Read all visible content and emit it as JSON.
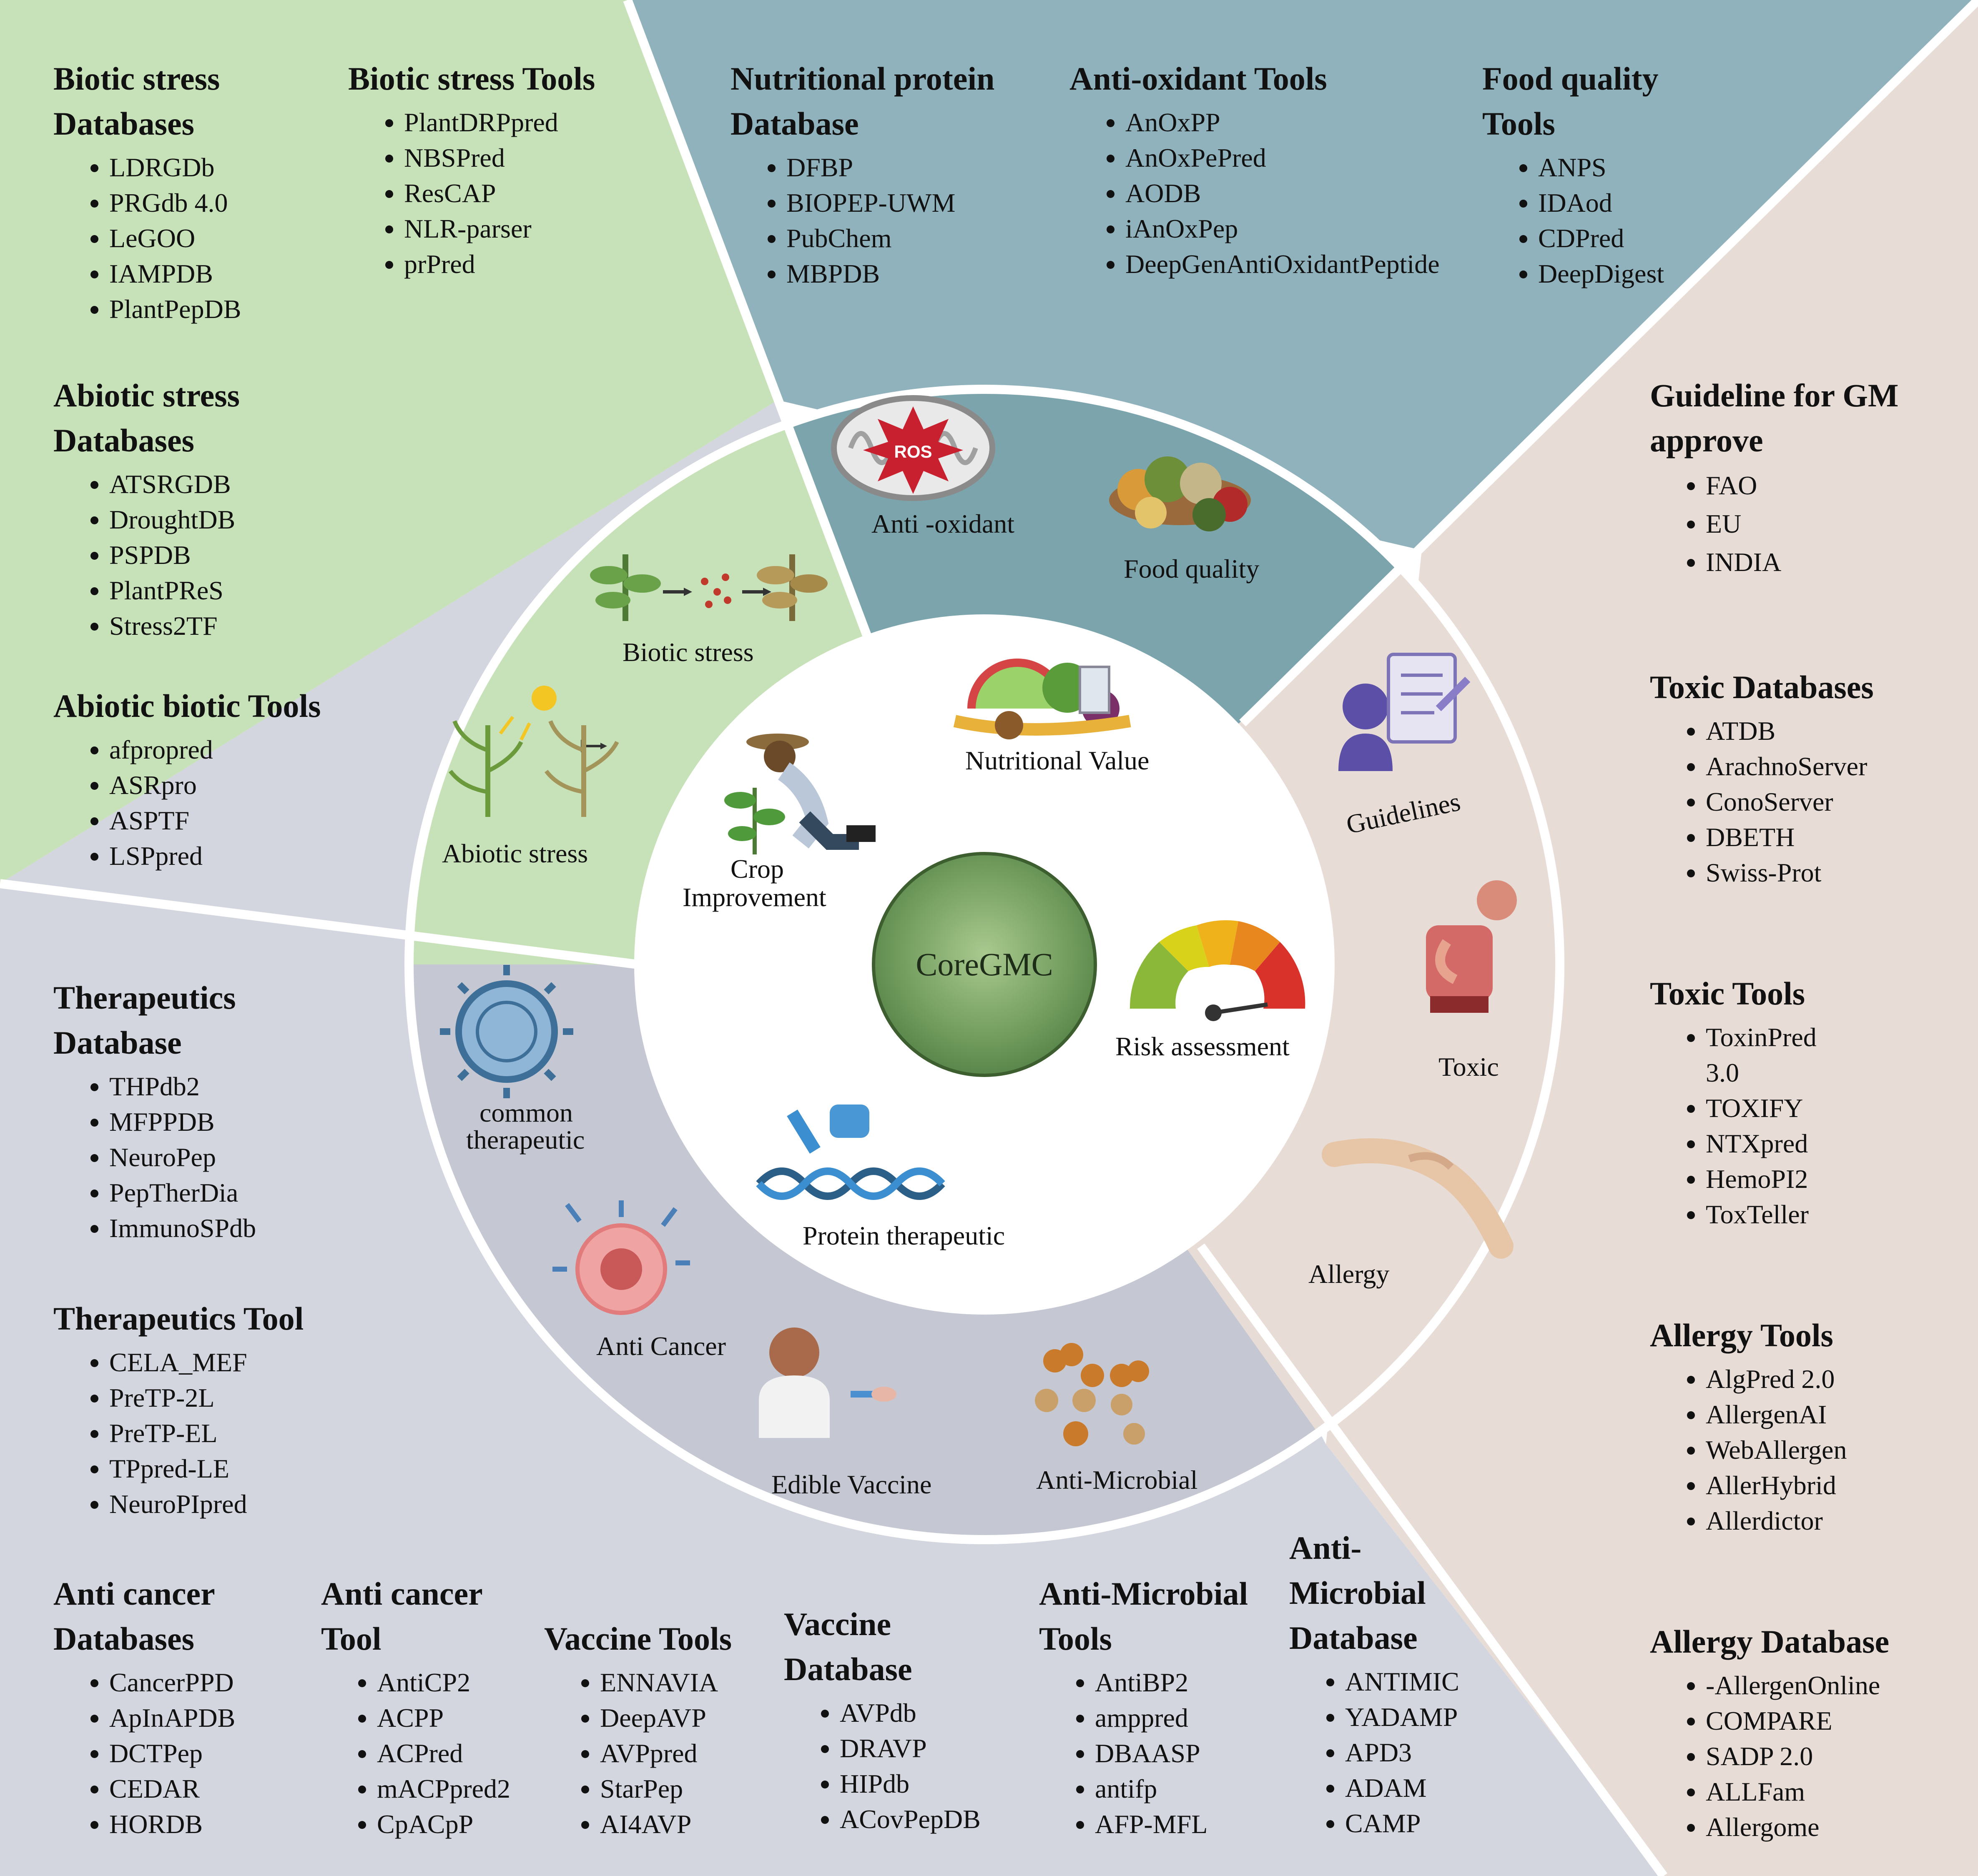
{
  "center": {
    "title": "CoreGMC"
  },
  "colors": {
    "green_sector": "#c7e1b8",
    "teal_sector": "#90b2bc",
    "teal_inner": "#7ca4ad",
    "beige_sector": "#e8ddd6",
    "gray_sector": "#d4d6df",
    "gray_inner": "#c5c8d2",
    "core_green": "#6f9a5c"
  },
  "sector_labels": {
    "biotic_stress": "Biotic stress",
    "abiotic_stress": "Abiotic stress",
    "anti_oxidant": "Anti -oxidant",
    "food_quality": "Food quality",
    "guidelines": "Guidelines",
    "toxic": "Toxic",
    "allergy": "Allergy",
    "common_therapeutic_1": "common",
    "common_therapeutic_2": "therapeutic",
    "anti_cancer": "Anti Cancer",
    "edible_vaccine": "Edible Vaccine",
    "anti_microbial": "Anti-Microbial",
    "nutritional_value": "Nutritional Value",
    "crop_improvement_1": "Crop",
    "crop_improvement_2": "Improvement",
    "risk_assessment": "Risk assessment",
    "protein_therapeutic": "Protein therapeutic",
    "ros": "ROS"
  },
  "panels": {
    "biotic_db": {
      "title": [
        "Biotic stress",
        "Databases"
      ],
      "items": [
        "LDRGDb",
        "PRGdb 4.0",
        "LeGOO",
        "IAMPDB",
        "PlantPepDB"
      ]
    },
    "biotic_tools": {
      "title": [
        "Biotic stress Tools"
      ],
      "items": [
        "PlantDRPpred",
        "NBSPred",
        "ResCAP",
        "NLR-parser",
        "prPred"
      ]
    },
    "abiotic_db": {
      "title": [
        "Abiotic stress",
        "Databases"
      ],
      "items": [
        "ATSRGDB",
        "DroughtDB",
        "PSPDB",
        "PlantPReS",
        "Stress2TF"
      ]
    },
    "abiotic_biotic_tools": {
      "title": [
        "Abiotic biotic Tools"
      ],
      "items": [
        "afpropred",
        "ASRpro",
        "ASPTF",
        "LSPpred"
      ]
    },
    "nutritional_db": {
      "title": [
        "Nutritional protein",
        "Database"
      ],
      "items": [
        " DFBP",
        "BIOPEP-UWM",
        "PubChem",
        "MBPDB"
      ]
    },
    "antioxidant_tools": {
      "title": [
        "Anti-oxidant Tools"
      ],
      "items": [
        "AnOxPP",
        "AnOxPePred",
        "AODB",
        "iAnOxPep",
        "DeepGenAntiOxidantPeptide"
      ]
    },
    "food_quality_tools": {
      "title": [
        "Food quality",
        "Tools"
      ],
      "items": [
        "ANPS",
        "IDAod",
        "CDPred",
        "DeepDigest"
      ]
    },
    "guideline": {
      "title": [
        "Guideline for GM",
        "approve"
      ],
      "items": [
        "FAO",
        "EU",
        "INDIA"
      ]
    },
    "toxic_db": {
      "title": [
        "Toxic Databases"
      ],
      "items": [
        "ATDB",
        "ArachnoServer",
        "ConoServer",
        "DBETH",
        "Swiss-Prot"
      ]
    },
    "toxic_tools": {
      "title": [
        "Toxic Tools"
      ],
      "items": [
        "ToxinPred\n3.0",
        "TOXIFY",
        "NTXpred",
        "HemoPI2",
        "ToxTeller"
      ]
    },
    "allergy_tools": {
      "title": [
        "Allergy Tools"
      ],
      "items": [
        "AlgPred 2.0",
        "AllergenAI",
        "WebAllergen",
        "AllerHybrid",
        "Allerdictor"
      ]
    },
    "allergy_db": {
      "title": [
        "Allergy Database"
      ],
      "items": [
        "-AllergenOnline",
        "COMPARE",
        "SADP 2.0",
        "ALLFam",
        "Allergome"
      ]
    },
    "therapeutics_db": {
      "title": [
        "Therapeutics",
        "Database"
      ],
      "items": [
        "THPdb2",
        "MFPPDB",
        "NeuroPep",
        "PepTherDia",
        "ImmunoSPdb"
      ]
    },
    "therapeutics_tool": {
      "title": [
        "Therapeutics Tool"
      ],
      "items": [
        "CELA_MEF",
        "PreTP-2L",
        "PreTP-EL",
        "TPpred-LE",
        "NeuroPIpred"
      ]
    },
    "anticancer_db": {
      "title": [
        "Anti cancer",
        "Databases"
      ],
      "items": [
        "CancerPPD",
        "ApInAPDB",
        "DCTPep",
        "CEDAR",
        "HORDB"
      ]
    },
    "anticancer_tool": {
      "title": [
        "Anti cancer",
        "Tool"
      ],
      "items": [
        "AntiCP2",
        "ACPP",
        "ACPred",
        "mACPpred2",
        "CpACpP"
      ]
    },
    "vaccine_tools": {
      "title": [
        "Vaccine Tools"
      ],
      "items": [
        "ENNAVIA",
        "DeepAVP",
        "AVPpred",
        "StarPep",
        "AI4AVP"
      ]
    },
    "vaccine_db": {
      "title": [
        "Vaccine",
        "Database"
      ],
      "items": [
        "AVPdb",
        "DRAVP",
        "HIPdb",
        "ACovPepDB"
      ]
    },
    "antimicrobial_tools": {
      "title": [
        "Anti-Microbial",
        "Tools"
      ],
      "items": [
        "AntiBP2",
        "amppred",
        "DBAASP",
        "antifp",
        "AFP-MFL"
      ]
    },
    "antimicrobial_db": {
      "title": [
        "Anti-",
        "Microbial",
        "Database"
      ],
      "items": [
        "ANTIMIC",
        "YADAMP",
        "APD3",
        "ADAM",
        "CAMP"
      ]
    }
  }
}
